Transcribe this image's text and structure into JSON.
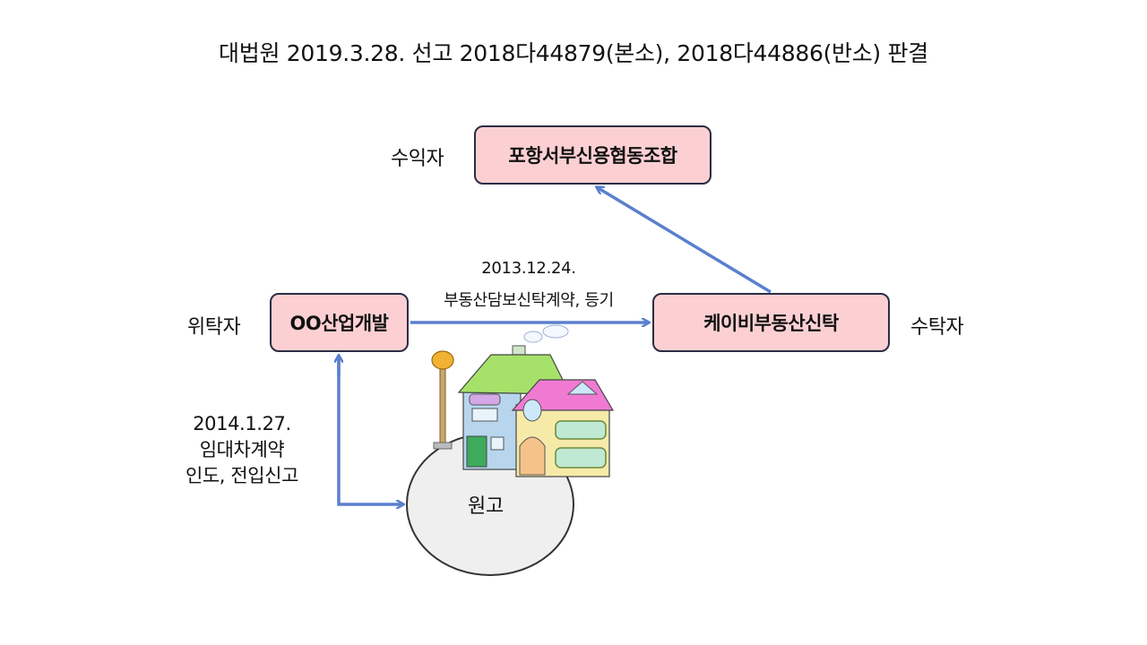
{
  "title": "대법원 2019.3.28. 선고 2018다44879(본소), 2018다44886(반소) 판결",
  "nodes": {
    "beneficiary": {
      "name": "포항서부신용협동조합",
      "role": "수익자"
    },
    "trustor": {
      "name": "OO산업개발",
      "role": "위탁자"
    },
    "trustee": {
      "name": "케이비부동산신탁",
      "role": "수탁자"
    },
    "plaintiff": {
      "name": "원고"
    }
  },
  "edges": {
    "trust": {
      "date": "2013.12.24.",
      "label": "부동산담보신탁계약, 등기"
    },
    "lease": {
      "date": "2014.1.27.",
      "line1": "임대차계약",
      "line2": "인도, 전입신고"
    }
  },
  "colors": {
    "box_fill": "#fcd0d3",
    "box_border": "#2c2c44",
    "arrow": "#5b7fcf",
    "ellipse_fill": "#efefef"
  },
  "icons": [
    "house-icon",
    "street-lamp-icon"
  ]
}
